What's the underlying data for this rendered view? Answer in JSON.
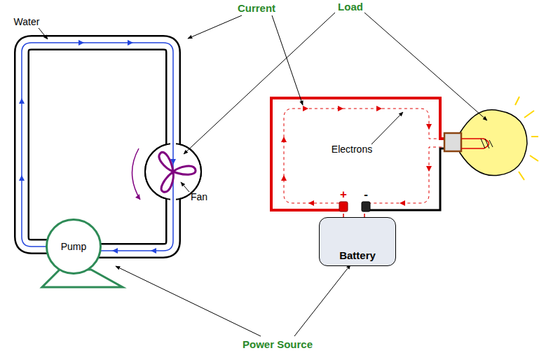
{
  "diagram": {
    "nodes": [
      {
        "text": [
          "Pump"
        ]
      },
      {
        "text": [
          "Battery"
        ]
      }
    ],
    "labels": [
      "Water",
      "Current",
      "Load",
      "Electrons",
      "Fan",
      "+",
      "-",
      "Power Source"
    ]
  }
}
